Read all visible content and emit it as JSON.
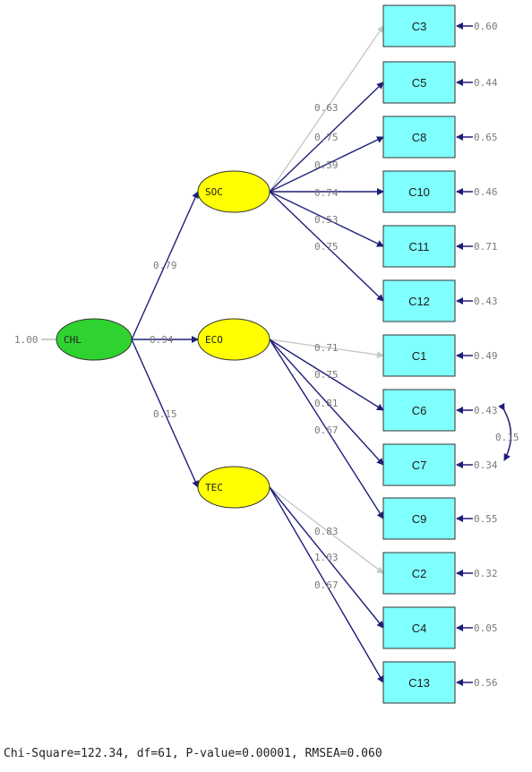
{
  "latent": {
    "chl": {
      "label": "CHL",
      "variance": "1.00",
      "color": "#2fd22f"
    },
    "soc": {
      "label": "SOC",
      "color": "#ffff00"
    },
    "eco": {
      "label": "ECO",
      "color": "#ffff00"
    },
    "tec": {
      "label": "TEC",
      "color": "#ffff00"
    }
  },
  "structural_paths": [
    {
      "from": "chl",
      "to": "soc",
      "value": "0.79"
    },
    {
      "from": "chl",
      "to": "eco",
      "value": "0.94"
    },
    {
      "from": "chl",
      "to": "tec",
      "value": "0.15"
    }
  ],
  "indicators": [
    {
      "id": "c3",
      "label": "C3",
      "factor": "soc",
      "loading": "0.63",
      "error": "0.60",
      "color": "#c8c8c8"
    },
    {
      "id": "c5",
      "label": "C5",
      "factor": "soc",
      "loading": "0.75",
      "error": "0.44",
      "color": "#1e1e7a"
    },
    {
      "id": "c8",
      "label": "C8",
      "factor": "soc",
      "loading": "0.59",
      "error": "0.65",
      "color": "#1e1e7a"
    },
    {
      "id": "c10",
      "label": "C10",
      "factor": "soc",
      "loading": "0.74",
      "error": "0.46",
      "color": "#1e1e7a"
    },
    {
      "id": "c11",
      "label": "C11",
      "factor": "soc",
      "loading": "0.53",
      "error": "0.71",
      "color": "#1e1e7a"
    },
    {
      "id": "c12",
      "label": "C12",
      "factor": "soc",
      "loading": "0.75",
      "error": "0.43",
      "color": "#1e1e7a"
    },
    {
      "id": "c1",
      "label": "C1",
      "factor": "eco",
      "loading": "0.71",
      "error": "0.49",
      "color": "#c8c8c8"
    },
    {
      "id": "c6",
      "label": "C6",
      "factor": "eco",
      "loading": "0.75",
      "error": "0.43",
      "color": "#1e1e7a"
    },
    {
      "id": "c7",
      "label": "C7",
      "factor": "eco",
      "loading": "0.81",
      "error": "0.34",
      "color": "#1e1e7a"
    },
    {
      "id": "c9",
      "label": "C9",
      "factor": "eco",
      "loading": "0.67",
      "error": "0.55",
      "color": "#1e1e7a"
    },
    {
      "id": "c2",
      "label": "C2",
      "factor": "tec",
      "loading": "0.83",
      "error": "0.32",
      "color": "#c8c8c8"
    },
    {
      "id": "c4",
      "label": "C4",
      "factor": "tec",
      "loading": "1.03",
      "error": "0.05",
      "color": "#1e1e7a"
    },
    {
      "id": "c13",
      "label": "C13",
      "factor": "tec",
      "loading": "0.67",
      "error": "0.56",
      "color": "#1e1e7a"
    }
  ],
  "error_covariance": {
    "between": [
      "c6",
      "c7"
    ],
    "value": "0.15"
  },
  "colors": {
    "box": "#80ffff",
    "path": "#1e1e7a",
    "fixed_path": "#c8c8c8"
  },
  "fit_stats": "Chi-Square=122.34, df=61, P-value=0.00001, RMSEA=0.060"
}
